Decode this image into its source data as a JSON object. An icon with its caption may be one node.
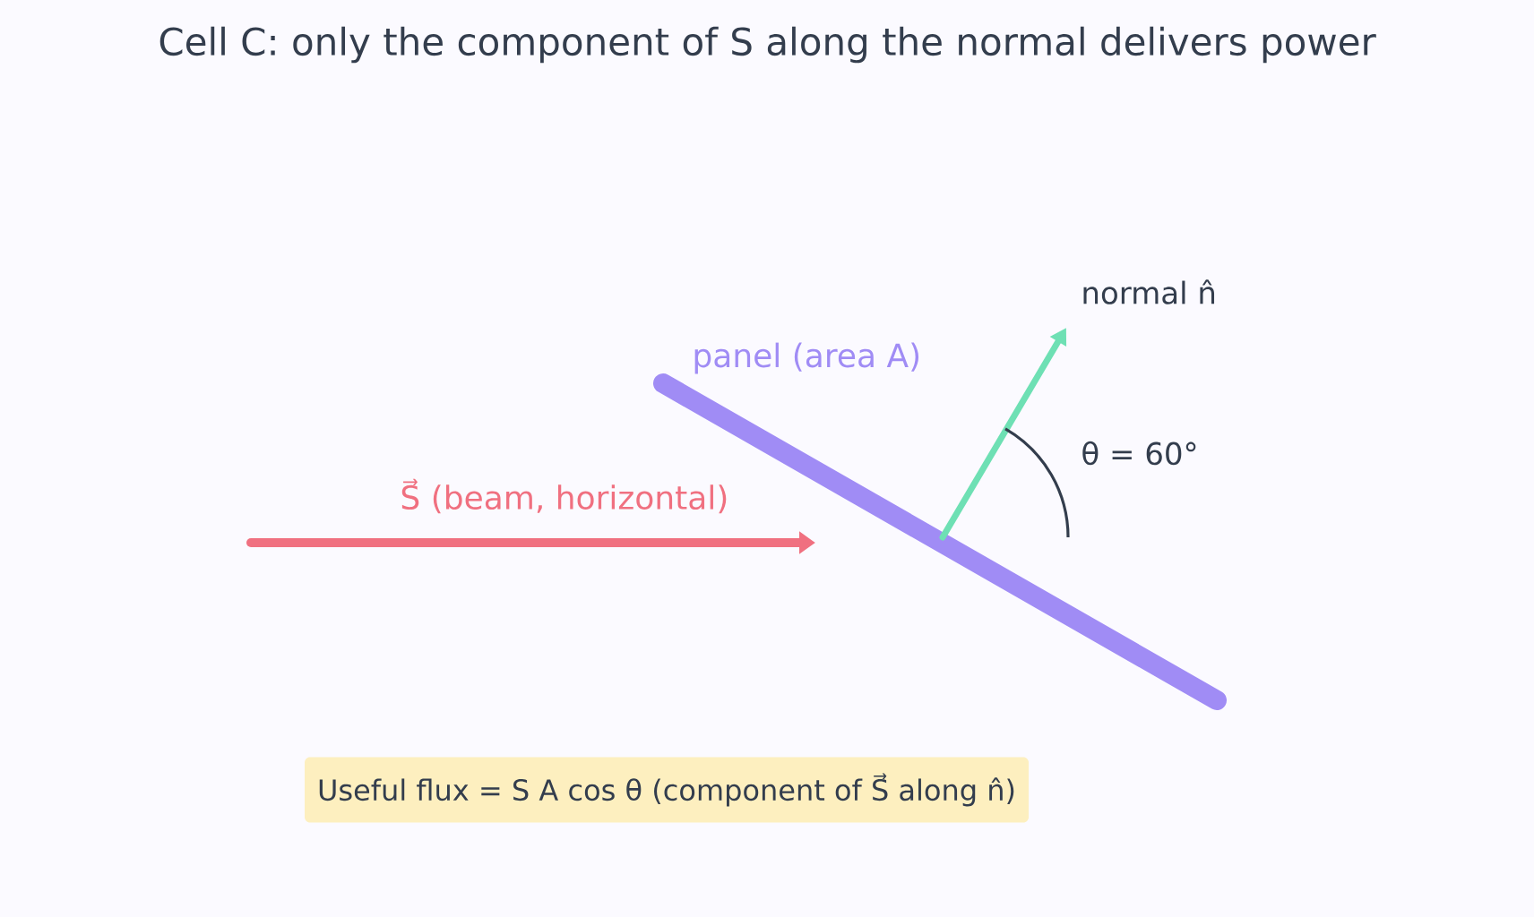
{
  "diagram": {
    "title": "Cell C: only the component of S along the normal delivers power",
    "nodes": [
      {
        "text": [
          "Useful flux = S A cos θ (component of S⃗ along n̂)"
        ]
      }
    ],
    "labels": [
      "S⃗ (beam, horizontal)",
      "panel (area A)",
      "normal n̂",
      "θ = 60°"
    ]
  }
}
